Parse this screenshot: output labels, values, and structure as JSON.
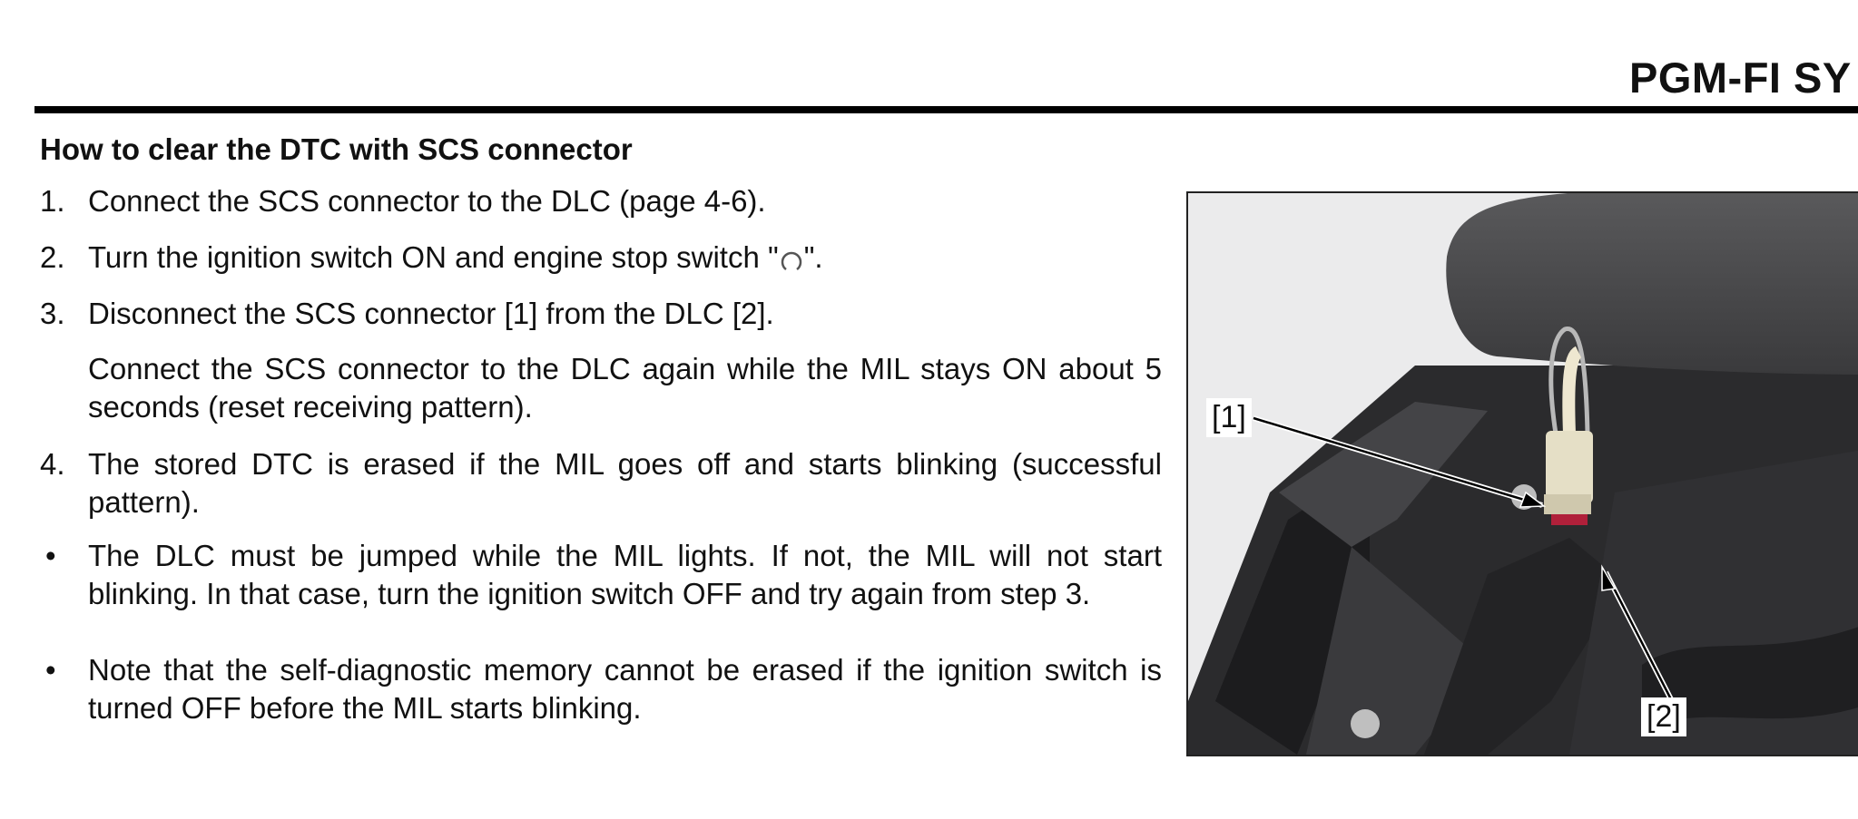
{
  "header": {
    "section_title": "PGM-FI SY"
  },
  "procedure": {
    "heading": "How to clear the DTC with SCS connector",
    "steps": [
      {
        "num": "1.",
        "text": "Connect the SCS connector to the DLC (page 4-6)."
      },
      {
        "num": "2.",
        "text_before": "Turn the ignition switch ON and engine stop switch \"",
        "text_after": "\"."
      },
      {
        "num": "3.",
        "text": "Disconnect the SCS connector [1] from the DLC [2]."
      },
      {
        "num": "",
        "text": "Connect the SCS connector to the DLC again while the MIL stays ON about 5 seconds (reset receiving pattern)."
      },
      {
        "num": "4.",
        "text": "The stored DTC is erased if the MIL goes off and starts blinking (successful pattern)."
      }
    ],
    "notes": [
      {
        "bullet": "•",
        "text": "The DLC must be jumped while the MIL lights. If not, the MIL will not start blinking. In that case, turn the ignition switch OFF and try again from step 3."
      },
      {
        "bullet": "•",
        "text": "Note that the self-diagnostic memory cannot be erased if the ignition switch is turned OFF before the MIL starts blinking."
      }
    ]
  },
  "figure": {
    "callouts": [
      "[1]",
      "[2]"
    ]
  }
}
